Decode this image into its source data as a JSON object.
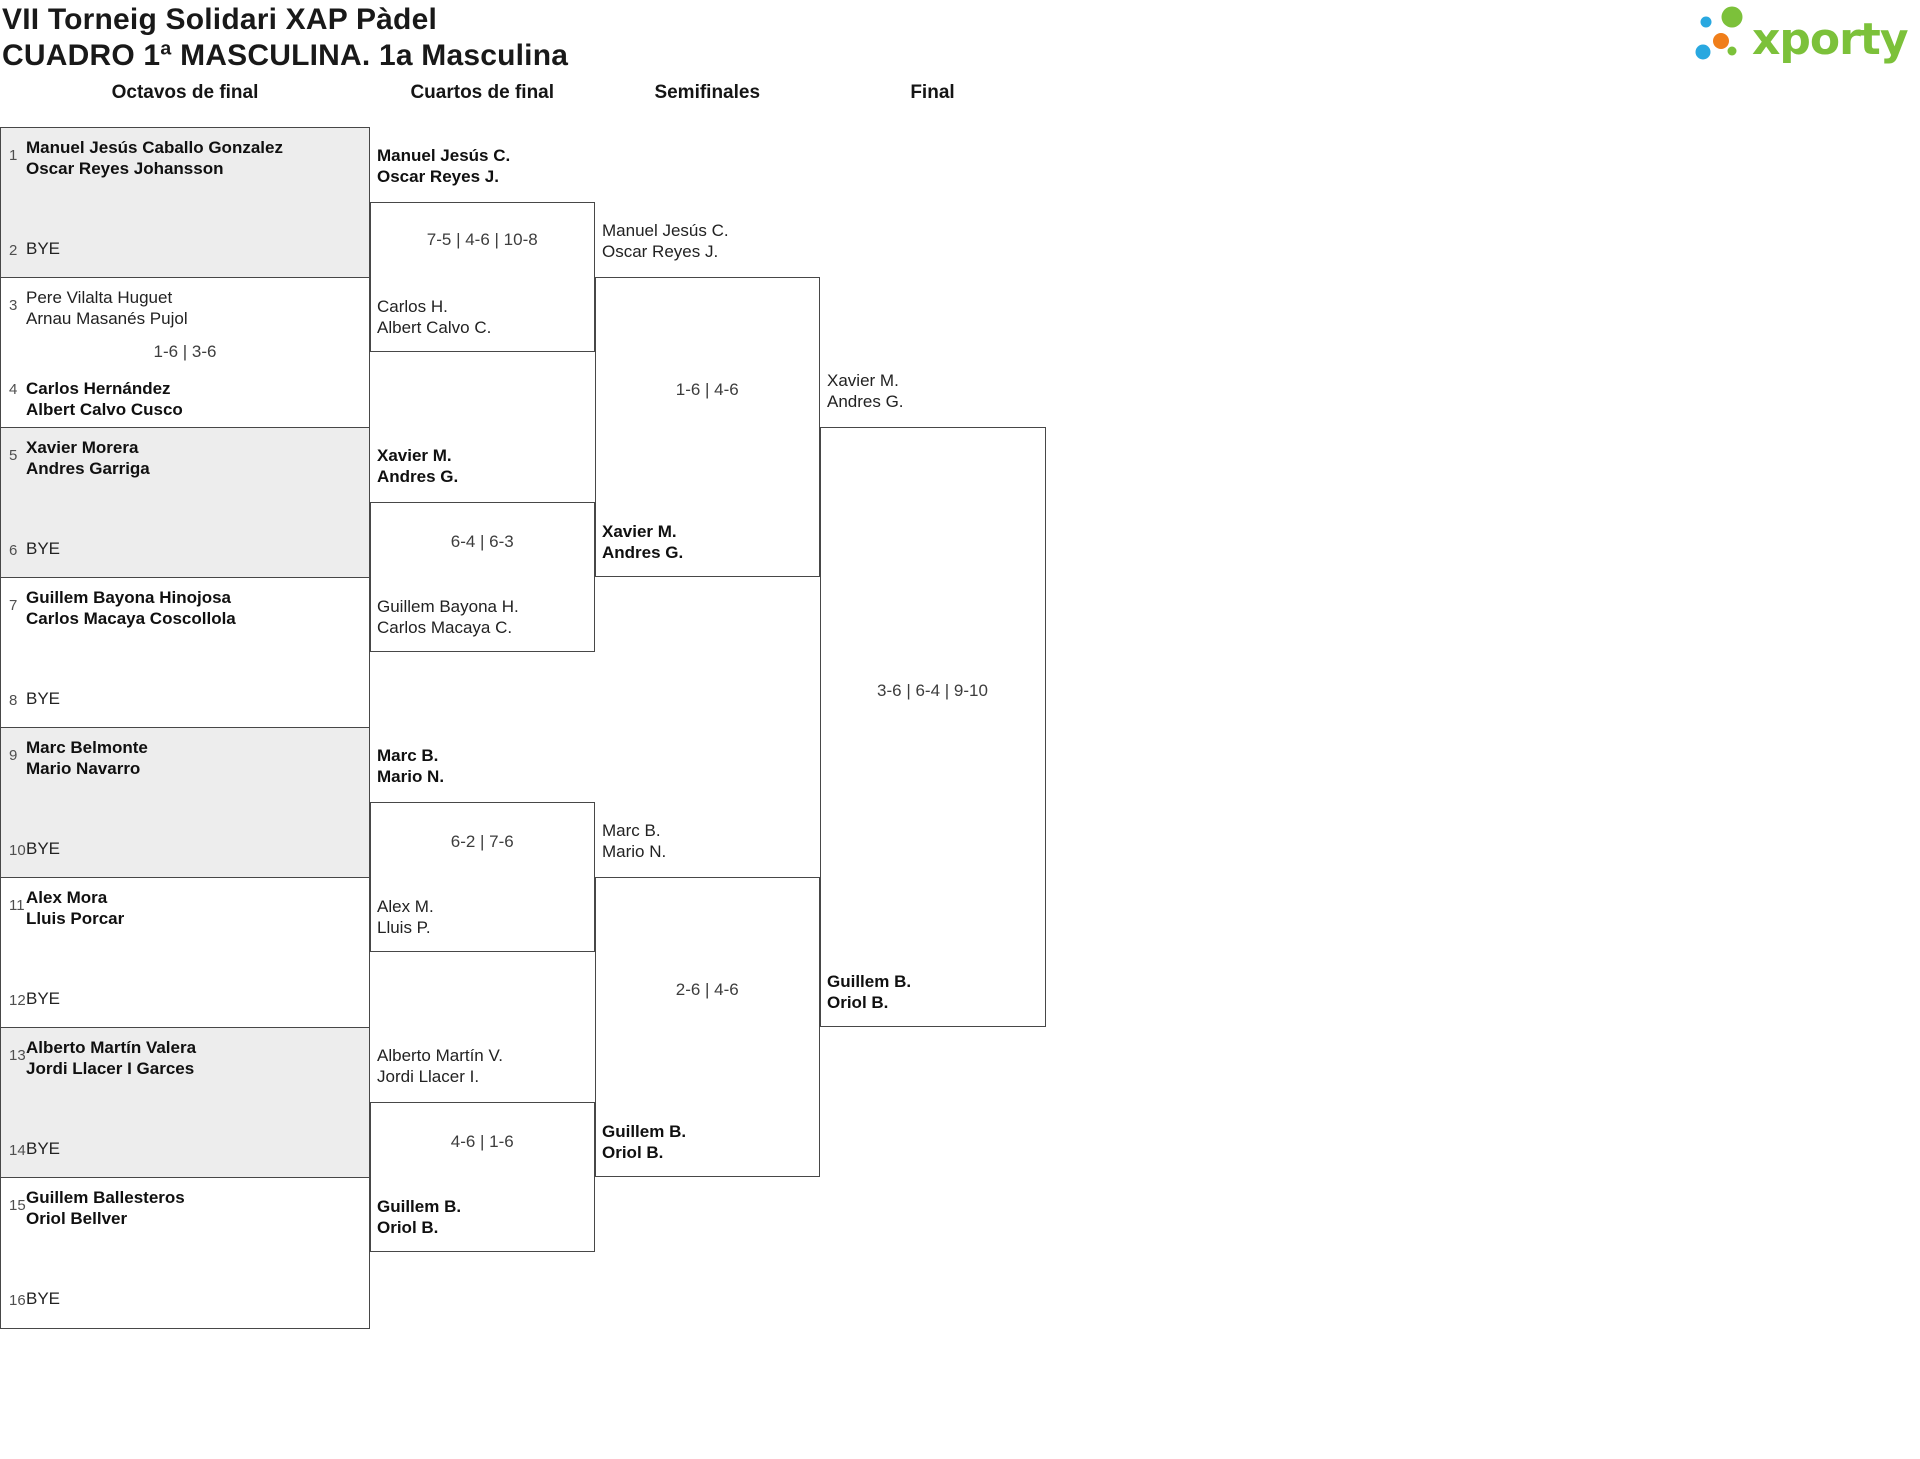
{
  "header": {
    "title_line1": "VII Torneig Solidari XAP Pàdel",
    "title_line2": "CUADRO 1ª MASCULINA. 1a Masculina"
  },
  "logo": {
    "brand": "xporty",
    "colors": {
      "green": "#7cc13a",
      "blue": "#29a8e0",
      "orange": "#f07e1a"
    }
  },
  "rounds": {
    "octavos": "Octavos de final",
    "cuartos": "Cuartos de final",
    "semifinales": "Semifinales",
    "final": "Final"
  },
  "bracket": {
    "octavos": [
      {
        "seed_top": "1",
        "top": [
          "Manuel Jesús Caballo Gonzalez",
          "Oscar Reyes Johansson"
        ],
        "top_winner": true,
        "seed_bottom": "2",
        "bottom": [
          "BYE"
        ],
        "bottom_winner": false,
        "score": ""
      },
      {
        "seed_top": "3",
        "top": [
          "Pere Vilalta Huguet",
          "Arnau Masanés Pujol"
        ],
        "top_winner": false,
        "seed_bottom": "4",
        "bottom": [
          "Carlos Hernández",
          "Albert Calvo Cusco"
        ],
        "bottom_winner": true,
        "score": "1-6 | 3-6"
      },
      {
        "seed_top": "5",
        "top": [
          "Xavier Morera",
          "Andres Garriga"
        ],
        "top_winner": true,
        "seed_bottom": "6",
        "bottom": [
          "BYE"
        ],
        "bottom_winner": false,
        "score": ""
      },
      {
        "seed_top": "7",
        "top": [
          "Guillem Bayona Hinojosa",
          "Carlos Macaya Coscollola"
        ],
        "top_winner": true,
        "seed_bottom": "8",
        "bottom": [
          "BYE"
        ],
        "bottom_winner": false,
        "score": ""
      },
      {
        "seed_top": "9",
        "top": [
          "Marc Belmonte",
          "Mario Navarro"
        ],
        "top_winner": true,
        "seed_bottom": "10",
        "bottom": [
          "BYE"
        ],
        "bottom_winner": false,
        "score": ""
      },
      {
        "seed_top": "11",
        "top": [
          "Alex Mora",
          "Lluis Porcar"
        ],
        "top_winner": true,
        "seed_bottom": "12",
        "bottom": [
          "BYE"
        ],
        "bottom_winner": false,
        "score": ""
      },
      {
        "seed_top": "13",
        "top": [
          "Alberto Martín Valera",
          "Jordi Llacer I Garces"
        ],
        "top_winner": true,
        "seed_bottom": "14",
        "bottom": [
          "BYE"
        ],
        "bottom_winner": false,
        "score": ""
      },
      {
        "seed_top": "15",
        "top": [
          "Guillem Ballesteros",
          "Oriol Bellver"
        ],
        "top_winner": true,
        "seed_bottom": "16",
        "bottom": [
          "BYE"
        ],
        "bottom_winner": false,
        "score": ""
      }
    ],
    "cuartos": [
      {
        "top": [
          "Manuel Jesús C.",
          "Oscar Reyes J."
        ],
        "top_winner": true,
        "score": "7-5 | 4-6 | 10-8",
        "bottom": [
          "Carlos H.",
          "Albert Calvo C."
        ],
        "bottom_winner": false
      },
      {
        "top": [
          "Xavier M.",
          "Andres G."
        ],
        "top_winner": true,
        "score": "6-4 | 6-3",
        "bottom": [
          "Guillem Bayona H.",
          "Carlos Macaya C."
        ],
        "bottom_winner": false
      },
      {
        "top": [
          "Marc B.",
          "Mario N."
        ],
        "top_winner": true,
        "score": "6-2 | 7-6",
        "bottom": [
          "Alex M.",
          "Lluis P."
        ],
        "bottom_winner": false
      },
      {
        "top": [
          "Alberto Martín V.",
          "Jordi Llacer I."
        ],
        "top_winner": false,
        "score": "4-6 | 1-6",
        "bottom": [
          "Guillem B.",
          "Oriol B."
        ],
        "bottom_winner": true
      }
    ],
    "semifinales": [
      {
        "top": [
          "Manuel Jesús C.",
          "Oscar Reyes J."
        ],
        "top_winner": false,
        "score": "1-6 | 4-6",
        "bottom": [
          "Xavier M.",
          "Andres G."
        ],
        "bottom_winner": true
      },
      {
        "top": [
          "Marc B.",
          "Mario N."
        ],
        "top_winner": false,
        "score": "2-6 | 4-6",
        "bottom": [
          "Guillem B.",
          "Oriol B."
        ],
        "bottom_winner": true
      }
    ],
    "final": {
      "top": [
        "Xavier M.",
        "Andres G."
      ],
      "top_winner": false,
      "score": "3-6 | 6-4 | 9-10",
      "bottom": [
        "Guillem B.",
        "Oriol B."
      ],
      "bottom_winner": true
    }
  }
}
